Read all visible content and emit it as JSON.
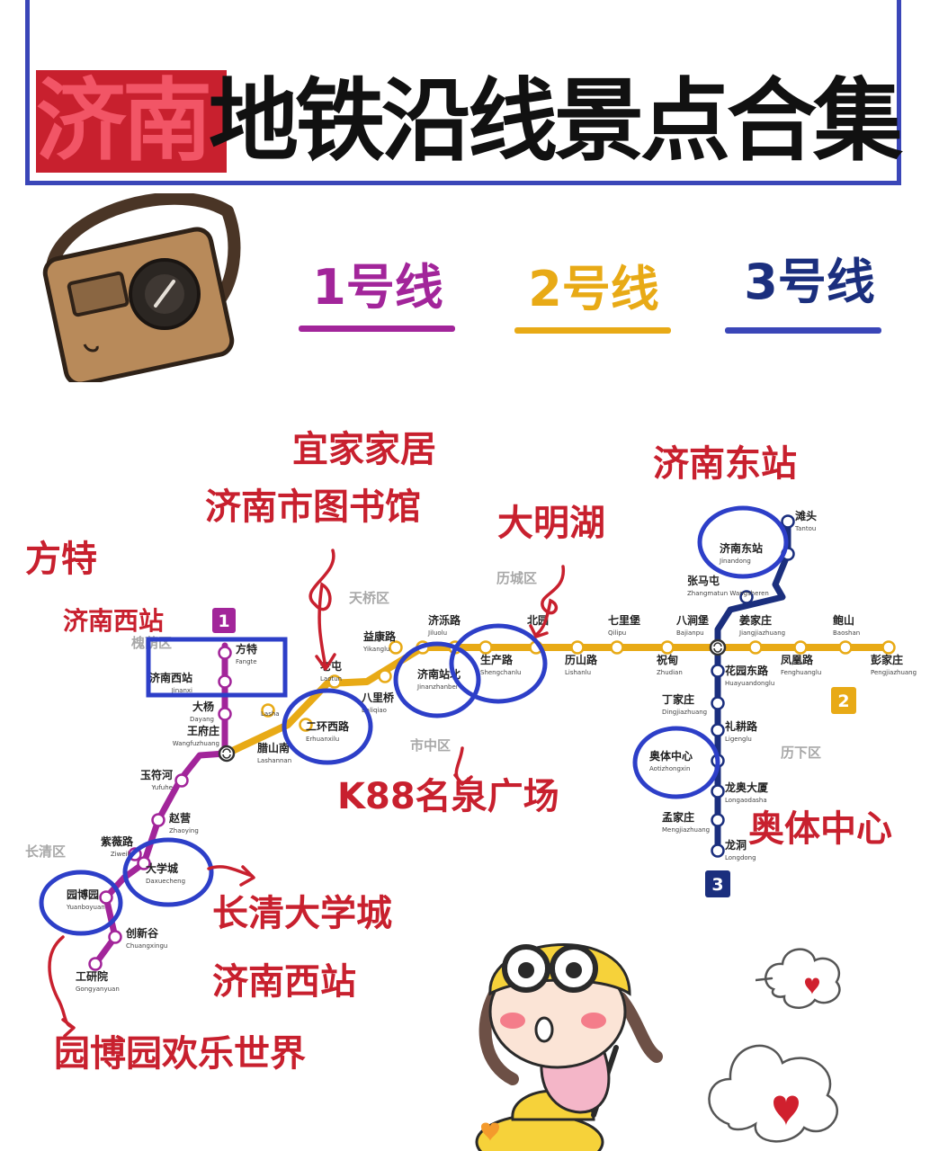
{
  "title": {
    "highlight": "济南",
    "rest": "地铁沿线景点合集"
  },
  "legend": [
    {
      "label": "1号线",
      "color": "#a2259a"
    },
    {
      "label": "2号线",
      "color": "#e8aa16"
    },
    {
      "label": "3号线",
      "color": "#1b2f7e"
    }
  ],
  "annotations": {
    "yijia": "宜家家居",
    "library": "济南市图书馆",
    "daminghu": "大明湖",
    "jinan_east": "济南东站",
    "fangte": "方特",
    "jinan_west_top": "济南西站",
    "k88": "K88名泉广场",
    "aoti": "奥体中心",
    "changqing_university": "长清大学城",
    "jinan_west_bottom": "济南西站",
    "yuanbo_park": "园博园欢乐世界"
  },
  "districts": {
    "tianqiao": "天桥区",
    "licheng": "历城区",
    "shizhong": "市中区",
    "lixia": "历下区",
    "changqing": "长清区",
    "huaiyin": "槐荫区"
  },
  "line_badges": {
    "line1": "1",
    "line2": "2",
    "line3": "3"
  },
  "stations": {
    "line1": [
      {
        "name": "方特",
        "pinyin": "Fangte"
      },
      {
        "name": "济南西站",
        "pinyin": "Jinanxi"
      },
      {
        "name": "大杨",
        "pinyin": "Dayang"
      },
      {
        "name": "王府庄",
        "pinyin": "Wangfuzhuang"
      },
      {
        "name": "玉符河",
        "pinyin": "Yufuhe"
      },
      {
        "name": "赵营",
        "pinyin": "Zhaoying"
      },
      {
        "name": "大学城",
        "pinyin": "Daxuecheng"
      },
      {
        "name": "紫薇路",
        "pinyin": "Ziweilu"
      },
      {
        "name": "园博园",
        "pinyin": "Yuanboyuan"
      },
      {
        "name": "创新谷",
        "pinyin": "Chuangxingu"
      },
      {
        "name": "工研院",
        "pinyin": "Gongyanyuan"
      }
    ],
    "line2": [
      {
        "name": "腊山南",
        "pinyin": "Lashannan"
      },
      {
        "name": "",
        "pinyin": "Lasha"
      },
      {
        "name": "二环西路",
        "pinyin": "Erhuanxilu"
      },
      {
        "name": "老屯",
        "pinyin": "Laotun"
      },
      {
        "name": "八里桥",
        "pinyin": "Baliqiao"
      },
      {
        "name": "益康路",
        "pinyin": "Yikanglu"
      },
      {
        "name": "济南站北",
        "pinyin": "Jinanzhanbei"
      },
      {
        "name": "济泺路",
        "pinyin": "Jiluolu"
      },
      {
        "name": "生产路",
        "pinyin": "Shengchanlu"
      },
      {
        "name": "北园",
        "pinyin": ""
      },
      {
        "name": "历山路",
        "pinyin": "Lishanlu"
      },
      {
        "name": "七里堡",
        "pinyin": "Qilipu"
      },
      {
        "name": "祝甸",
        "pinyin": "Zhudian"
      },
      {
        "name": "八涧堡",
        "pinyin": "Bajianpu"
      },
      {
        "name": "姜家庄",
        "pinyin": "Jiangjiazhuang"
      },
      {
        "name": "凤凰路",
        "pinyin": "Fenghuanglu"
      },
      {
        "name": "鲍山",
        "pinyin": "Baoshan"
      },
      {
        "name": "彭家庄",
        "pinyin": "Pengjiazhuang"
      }
    ],
    "line3": [
      {
        "name": "滩头",
        "pinyin": "Tantou"
      },
      {
        "name": "济南东站",
        "pinyin": "Jinandong"
      },
      {
        "name": "张马屯",
        "pinyin": "Zhangmatun Wangsheren"
      },
      {
        "name": "花园东路",
        "pinyin": "Huayuandonglu"
      },
      {
        "name": "丁家庄",
        "pinyin": "Dingjiazhuang"
      },
      {
        "name": "礼耕路",
        "pinyin": "Ligenglu"
      },
      {
        "name": "奥体中心",
        "pinyin": "Aotizhongxin"
      },
      {
        "name": "龙奥大厦",
        "pinyin": "Longaodasha"
      },
      {
        "name": "孟家庄",
        "pinyin": "Mengjiazhuang"
      },
      {
        "name": "龙洞",
        "pinyin": "Longdong"
      }
    ]
  },
  "colors": {
    "line1": "#a2259a",
    "line2": "#e8aa16",
    "line3": "#1b2f7e",
    "highlight": "#2d3fc8",
    "accent_red": "#c8202e"
  },
  "icon_names": [
    "camera-icon",
    "cartoon-girl-on-scooter",
    "cloud-heart-icon"
  ]
}
